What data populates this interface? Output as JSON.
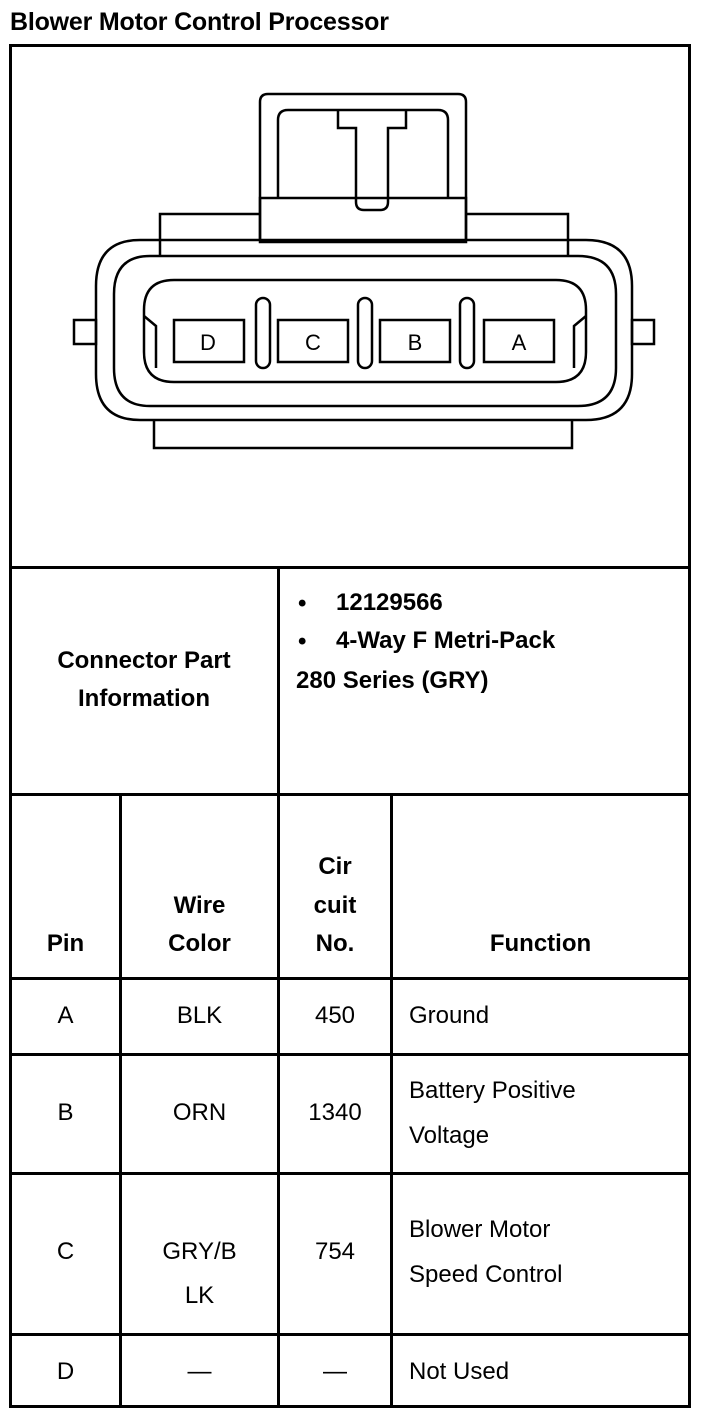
{
  "title": "Blower Motor Control Processor",
  "connector": {
    "pin_labels": [
      "D",
      "C",
      "B",
      "A"
    ]
  },
  "part_info": {
    "label": "Connector Part Information",
    "bullets": [
      "12129566",
      "4-Way F Metri-Pack"
    ],
    "series": "280 Series (GRY)"
  },
  "table": {
    "headers": {
      "pin": "Pin",
      "wire_color_1": "Wire",
      "wire_color_2": "Color",
      "circuit_1": "Cir",
      "circuit_2": "cuit",
      "circuit_3": "No.",
      "function": "Function"
    },
    "rows": [
      {
        "pin": "A",
        "wire_1": "BLK",
        "wire_2": "",
        "circuit": "450",
        "function_1": "Ground",
        "function_2": ""
      },
      {
        "pin": "B",
        "wire_1": "ORN",
        "wire_2": "",
        "circuit": "1340",
        "function_1": "Battery Positive",
        "function_2": "Voltage"
      },
      {
        "pin": "C",
        "wire_1": "GRY/B",
        "wire_2": "LK",
        "circuit": "754",
        "function_1": "Blower Motor",
        "function_2": "Speed Control"
      },
      {
        "pin": "D",
        "wire_1": "—",
        "wire_2": "",
        "circuit": "—",
        "function_1": "Not Used",
        "function_2": ""
      }
    ]
  }
}
